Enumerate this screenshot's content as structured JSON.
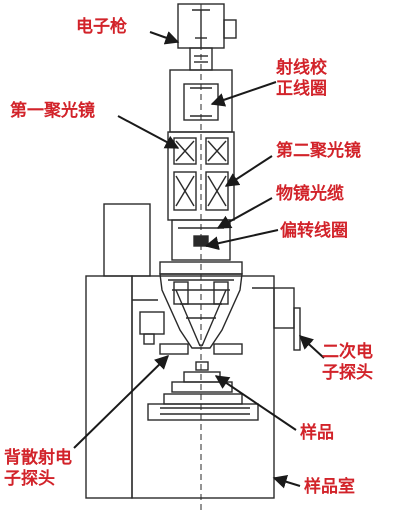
{
  "labels": {
    "electron_gun": "电子枪",
    "ray_correction_coil": [
      "射线校",
      "正线圈"
    ],
    "first_condenser_lens": "第一聚光镜",
    "second_condenser_lens": "第二聚光镜",
    "objective_lens_aperture": "物镜光缆",
    "deflection_coil": "偏转线圈",
    "secondary_electron_detector": [
      "二次电",
      "子探头"
    ],
    "sample": "样品",
    "backscattered_electron_detector": [
      "背散射电",
      "子探头"
    ],
    "sample_chamber": "样品室"
  },
  "colors": {
    "label_text": "#d2232a",
    "line_art": "#2a2a2a",
    "arrow": "#1a1a1a",
    "background": "#ffffff"
  }
}
